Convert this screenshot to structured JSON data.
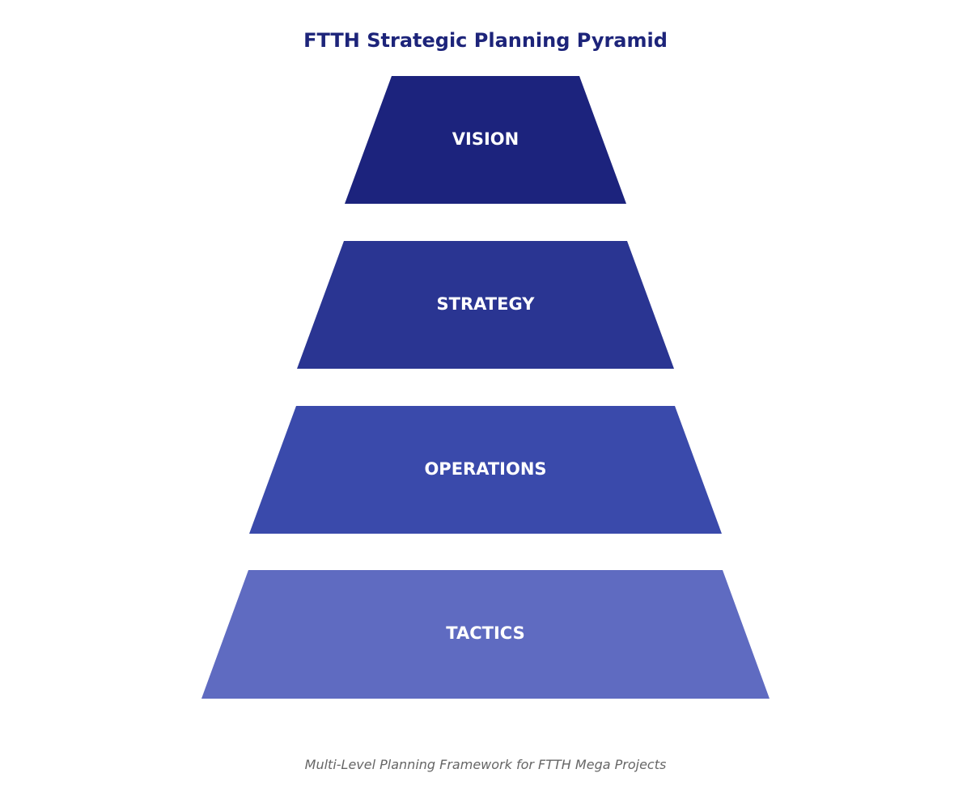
{
  "title": "FTTH Strategic Planning Pyramid",
  "caption": "Multi-Level Planning Framework for FTTH Mega Projects",
  "colors": {
    "title": "#1d247a",
    "caption": "#666666",
    "label": "#ffffff"
  },
  "levels": [
    {
      "label": "VISION",
      "color": "#1c237d"
    },
    {
      "label": "STRATEGY",
      "color": "#2a3592"
    },
    {
      "label": "OPERATIONS",
      "color": "#3a4aab"
    },
    {
      "label": "TACTICS",
      "color": "#5f6bc1"
    }
  ]
}
